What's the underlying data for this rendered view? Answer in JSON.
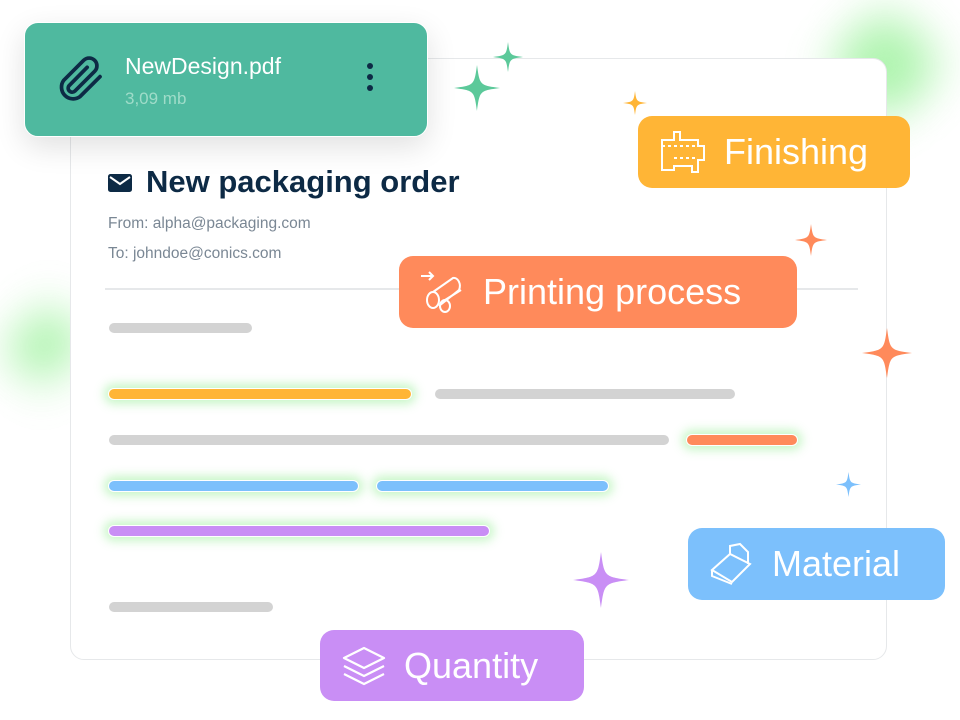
{
  "attachment": {
    "file_name": "NewDesign.pdf",
    "file_size": "3,09 mb"
  },
  "email": {
    "subject": "New packaging order",
    "from": "From: alpha@packaging.com",
    "to": "To: johndoe@conics.com"
  },
  "tags": [
    {
      "label": "Finishing",
      "color": "#ffb536",
      "icon": "box-die-cut-icon"
    },
    {
      "label": "Printing process",
      "color": "#ff8a5b",
      "icon": "printing-rollers-icon"
    },
    {
      "label": "Material",
      "color": "#7cc0fc",
      "icon": "material-sheet-icon"
    },
    {
      "label": "Quantity",
      "color": "#c98ef5",
      "icon": "layers-icon"
    }
  ],
  "colors": {
    "green": "#4fb99f",
    "navy": "#0d2a45",
    "gray_bar": "#d3d3d3"
  }
}
